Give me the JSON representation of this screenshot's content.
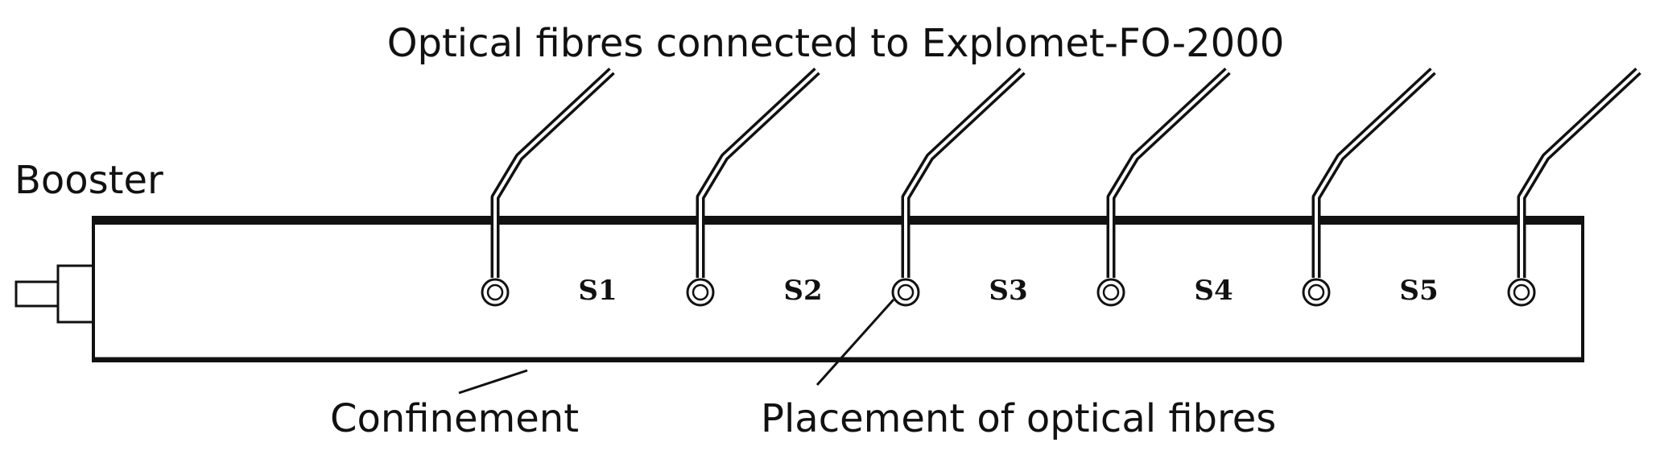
{
  "diagram": {
    "title": "Optical fibres connected to Explomet-FO-2000",
    "labels": {
      "booster": "Booster",
      "confinement": "Confinement",
      "placement": "Placement of optical fibres"
    },
    "segments": [
      "S1",
      "S2",
      "S3",
      "S4",
      "S5"
    ],
    "sensor_count": 6,
    "colors": {
      "line": "#111111",
      "background": "#ffffff"
    }
  }
}
